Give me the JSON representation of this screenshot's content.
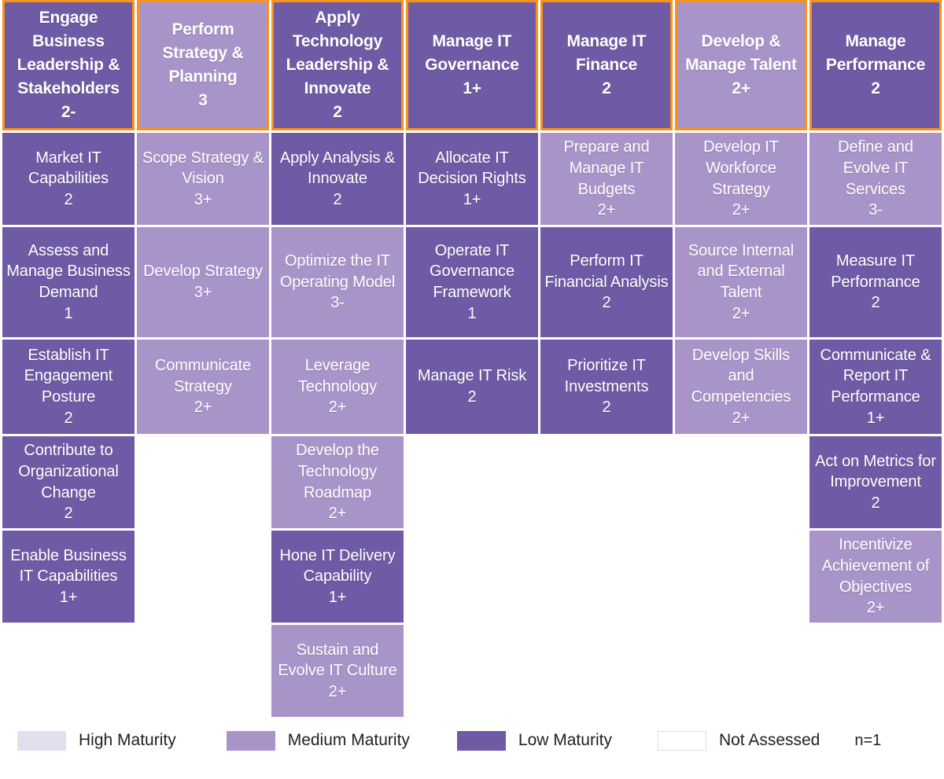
{
  "colors": {
    "low": "#6F5BA5",
    "medium": "#A894C9",
    "high": "#E3E0EE",
    "not_assessed": "#FFFFFF",
    "header_border": "#F7941E",
    "text_light": "#FFFFFF",
    "text_dark": "#231F20"
  },
  "chart_data": {
    "type": "heatmap",
    "title": "",
    "legend_position": "bottom",
    "levels": [
      "High Maturity",
      "Medium Maturity",
      "Low Maturity",
      "Not Assessed"
    ],
    "sample_size": "n=1",
    "columns": [
      {
        "header": {
          "label": "Engage Business Leadership & Stakeholders",
          "score": "2-",
          "level": "low"
        },
        "cells": [
          {
            "label": "Market IT Capabilities",
            "score": "2",
            "level": "low"
          },
          {
            "label": "Assess and Manage Business Demand",
            "score": "1",
            "level": "low"
          },
          {
            "label": "Establish IT Engagement Posture",
            "score": "2",
            "level": "low"
          },
          {
            "label": "Contribute to Organizational Change",
            "score": "2",
            "level": "low"
          },
          {
            "label": "Enable Business IT Capabilities",
            "score": "1+",
            "level": "low"
          }
        ]
      },
      {
        "header": {
          "label": "Perform Strategy & Planning",
          "score": "3",
          "level": "medium"
        },
        "cells": [
          {
            "label": "Scope Strategy & Vision",
            "score": "3+",
            "level": "medium"
          },
          {
            "label": "Develop Strategy",
            "score": "3+",
            "level": "medium"
          },
          {
            "label": "Communicate Strategy",
            "score": "2+",
            "level": "medium"
          },
          {
            "label": "",
            "score": "",
            "level": "none"
          },
          {
            "label": "",
            "score": "",
            "level": "none"
          }
        ]
      },
      {
        "header": {
          "label": "Apply Technology Leadership & Innovate",
          "score": "2",
          "level": "low"
        },
        "cells": [
          {
            "label": "Apply Analysis & Innovate",
            "score": "2",
            "level": "low"
          },
          {
            "label": "Optimize the IT Operating Model",
            "score": "3-",
            "level": "medium"
          },
          {
            "label": "Leverage Technology",
            "score": "2+",
            "level": "medium"
          },
          {
            "label": "Develop the Technology Roadmap",
            "score": "2+",
            "level": "medium"
          },
          {
            "label": "Hone IT Delivery Capability",
            "score": "1+",
            "level": "low"
          },
          {
            "label": "Sustain and Evolve IT Culture",
            "score": "2+",
            "level": "medium"
          }
        ]
      },
      {
        "header": {
          "label": "Manage IT Governance",
          "score": "1+",
          "level": "low"
        },
        "cells": [
          {
            "label": "Allocate IT Decision Rights",
            "score": "1+",
            "level": "low"
          },
          {
            "label": "Operate IT Governance Framework",
            "score": "1",
            "level": "low"
          },
          {
            "label": "Manage IT Risk",
            "score": "2",
            "level": "low"
          },
          {
            "label": "",
            "score": "",
            "level": "none"
          },
          {
            "label": "",
            "score": "",
            "level": "none"
          }
        ]
      },
      {
        "header": {
          "label": "Manage IT Finance",
          "score": "2",
          "level": "low"
        },
        "cells": [
          {
            "label": "Prepare and Manage IT Budgets",
            "score": "2+",
            "level": "medium"
          },
          {
            "label": "Perform IT Financial Analysis",
            "score": "2",
            "level": "low"
          },
          {
            "label": "Prioritize IT Investments",
            "score": "2",
            "level": "low"
          },
          {
            "label": "",
            "score": "",
            "level": "none"
          },
          {
            "label": "",
            "score": "",
            "level": "none"
          }
        ]
      },
      {
        "header": {
          "label": "Develop & Manage Talent",
          "score": "2+",
          "level": "medium"
        },
        "cells": [
          {
            "label": "Develop IT Workforce Strategy",
            "score": "2+",
            "level": "medium"
          },
          {
            "label": "Source Internal and External Talent",
            "score": "2+",
            "level": "medium"
          },
          {
            "label": "Develop Skills and Competencies",
            "score": "2+",
            "level": "medium"
          },
          {
            "label": "",
            "score": "",
            "level": "none"
          },
          {
            "label": "",
            "score": "",
            "level": "none"
          }
        ]
      },
      {
        "header": {
          "label": "Manage Performance",
          "score": "2",
          "level": "low"
        },
        "cells": [
          {
            "label": "Define and Evolve IT Services",
            "score": "3-",
            "level": "medium"
          },
          {
            "label": "Measure IT Performance",
            "score": "2",
            "level": "low"
          },
          {
            "label": "Communicate & Report IT Performance",
            "score": "1+",
            "level": "low"
          },
          {
            "label": "Act on Metrics for Improvement",
            "score": "2",
            "level": "low"
          },
          {
            "label": "Incentivize Achievement of Objectives",
            "score": "2+",
            "level": "medium"
          }
        ]
      }
    ]
  },
  "legend": {
    "items": [
      {
        "label": "High Maturity",
        "level": "high"
      },
      {
        "label": "Medium Maturity",
        "level": "medium"
      },
      {
        "label": "Low Maturity",
        "level": "low"
      },
      {
        "label": "Not Assessed",
        "level": "none"
      }
    ],
    "sample_size": "n=1"
  }
}
